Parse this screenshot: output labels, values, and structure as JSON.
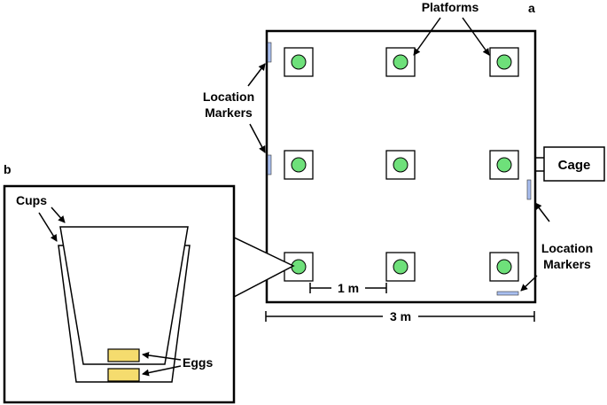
{
  "panel_a": {
    "letter": "a",
    "platforms_label": "Platforms",
    "location_markers_left": [
      "Location",
      "Markers"
    ],
    "location_markers_right": [
      "Location",
      "Markers"
    ],
    "cage_label": "Cage",
    "scale_1m_label": "1 m",
    "scale_3m_label": "3 m"
  },
  "panel_b": {
    "letter": "b",
    "cups_label": "Cups",
    "eggs_label": "Eggs"
  },
  "colors": {
    "platform_fill": "#6ee07a",
    "marker_fill": "#a9bff0",
    "egg_fill": "#f5dc6e",
    "stroke": "#000000"
  }
}
